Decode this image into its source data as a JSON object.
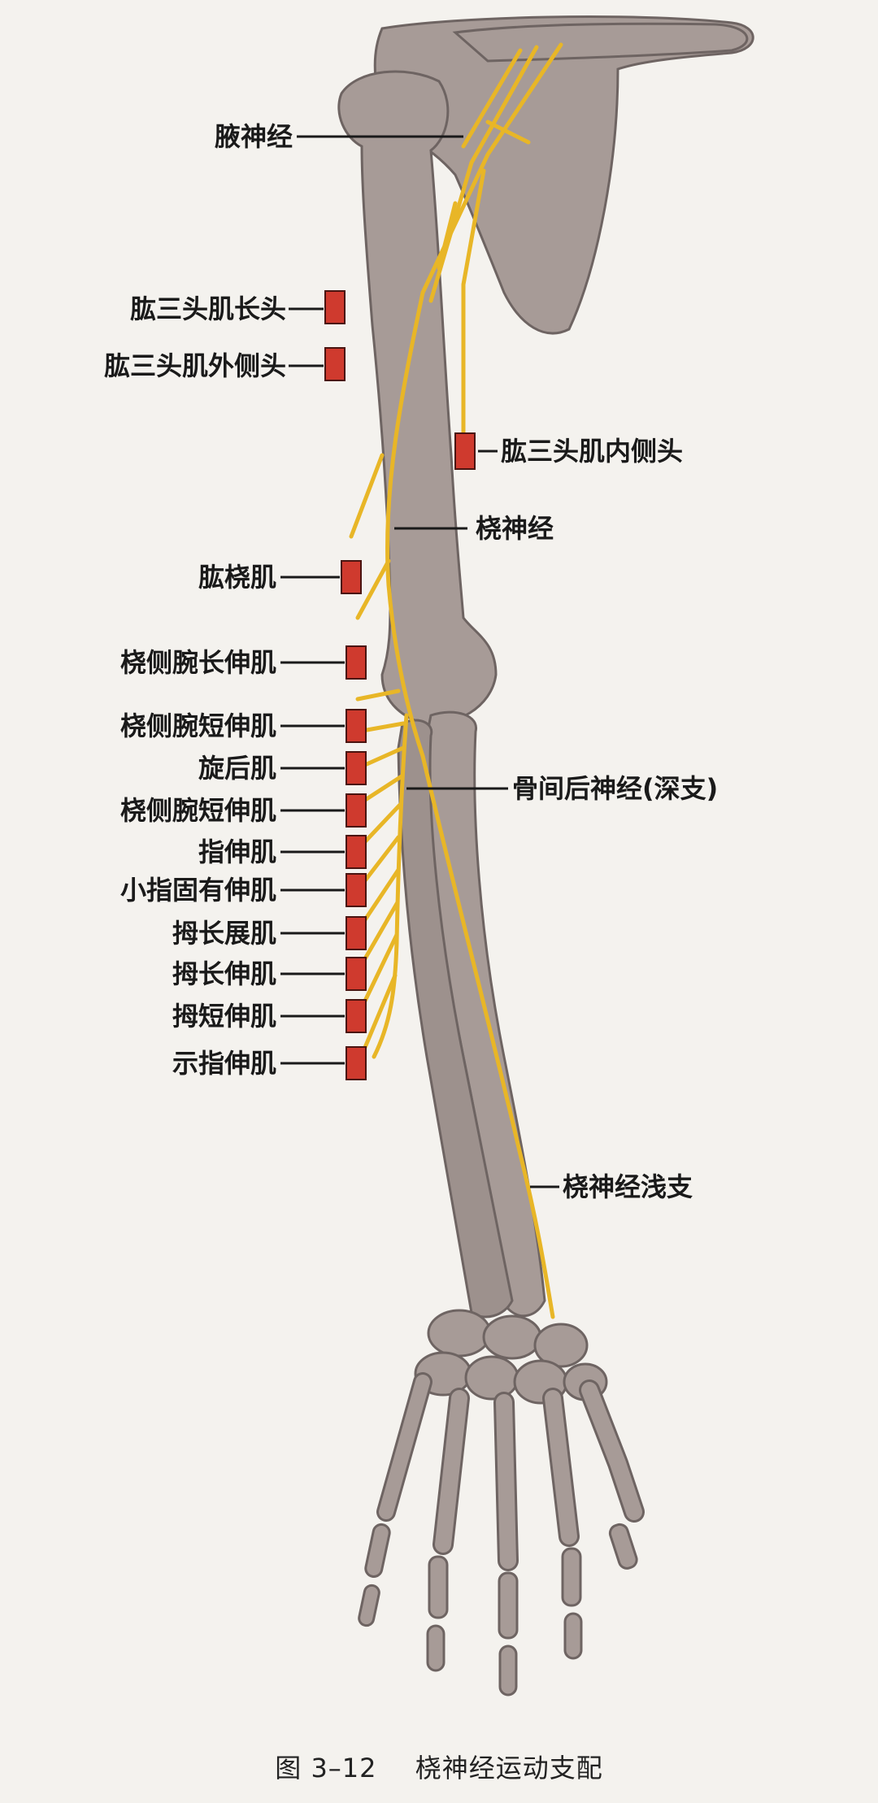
{
  "labels": {
    "axillary_nerve": "腋神经",
    "triceps_long_head": "肱三头肌长头",
    "triceps_lateral_head": "肱三头肌外侧头",
    "triceps_medial_head": "肱三头肌内侧头",
    "radial_nerve": "桡神经",
    "brachioradialis": "肱桡肌",
    "ecr_longus": "桡侧腕长伸肌",
    "ecr_brevis_1": "桡侧腕短伸肌",
    "supinator": "旋后肌",
    "ecr_brevis_2": "桡侧腕短伸肌",
    "ext_digitorum": "指伸肌",
    "ext_digiti_minimi": "小指固有伸肌",
    "abd_pollicis_longus": "拇长展肌",
    "ext_pollicis_longus": "拇长伸肌",
    "ext_pollicis_brevis": "拇短伸肌",
    "ext_indicis": "示指伸肌",
    "posterior_interosseous": "骨间后神经(深支)",
    "superficial_branch": "桡神经浅支"
  },
  "caption": {
    "figure_number": "图 3–12",
    "title": "桡神经运动支配"
  },
  "colors": {
    "bone": "#a79b97",
    "bone_outline": "#6e6462",
    "nerve": "#e8b627",
    "muscle_marker": "#cf3a2e",
    "background": "#f4f2ee"
  }
}
